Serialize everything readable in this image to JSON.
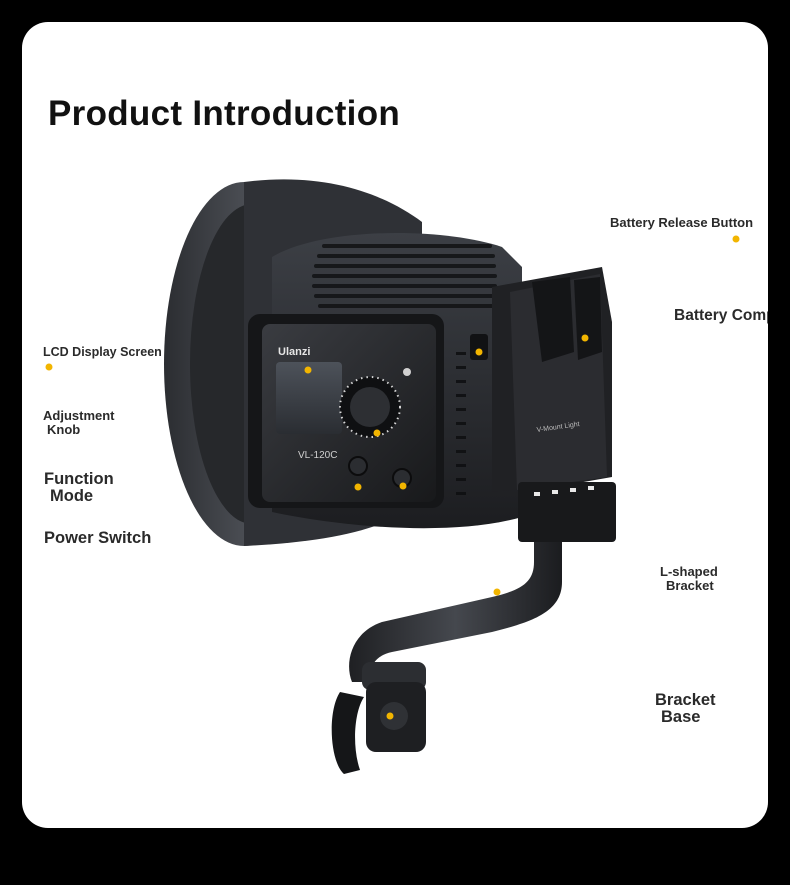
{
  "page": {
    "title": "Product Introduction",
    "accent_color": "#f2b500",
    "background_color": "#000000",
    "card_color": "#ffffff"
  },
  "device": {
    "brand": "Ulanzi",
    "model": "VL-120C",
    "plate_text": "V-Mount Light"
  },
  "callouts": {
    "battery_release": "Battery Release Button",
    "battery_compartment": "Battery Comp",
    "lcd_screen": "LCD Display Screen",
    "adjustment_knob_1": "Adjustment",
    "adjustment_knob_2": "Knob",
    "function_mode_1": "Function",
    "function_mode_2": "Mode",
    "power_switch": "Power Switch",
    "l_bracket_1": "L-shaped",
    "l_bracket_2": "Bracket",
    "bracket_base_1": "Bracket",
    "bracket_base_2": "Base"
  }
}
